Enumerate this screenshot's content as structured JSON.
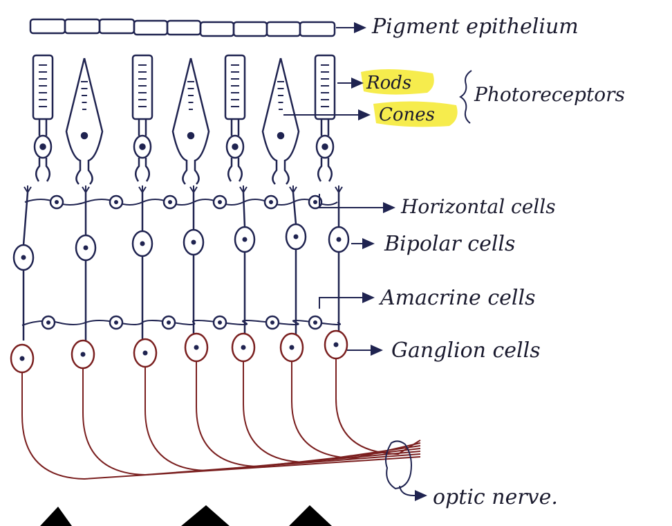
{
  "labels": {
    "pigment": "Pigment epithelium",
    "rods": "Rods",
    "cones": "Cones",
    "photoreceptors": "Photoreceptors",
    "horizontal": "Horizontal cells",
    "bipolar": "Bipolar cells",
    "amacrine": "Amacrine cells",
    "ganglion": "Ganglion cells",
    "optic": "optic nerve."
  },
  "colors": {
    "ink": "#1f2350",
    "nerve": "#7a1f1f",
    "highlight": "#f5ea3a"
  }
}
